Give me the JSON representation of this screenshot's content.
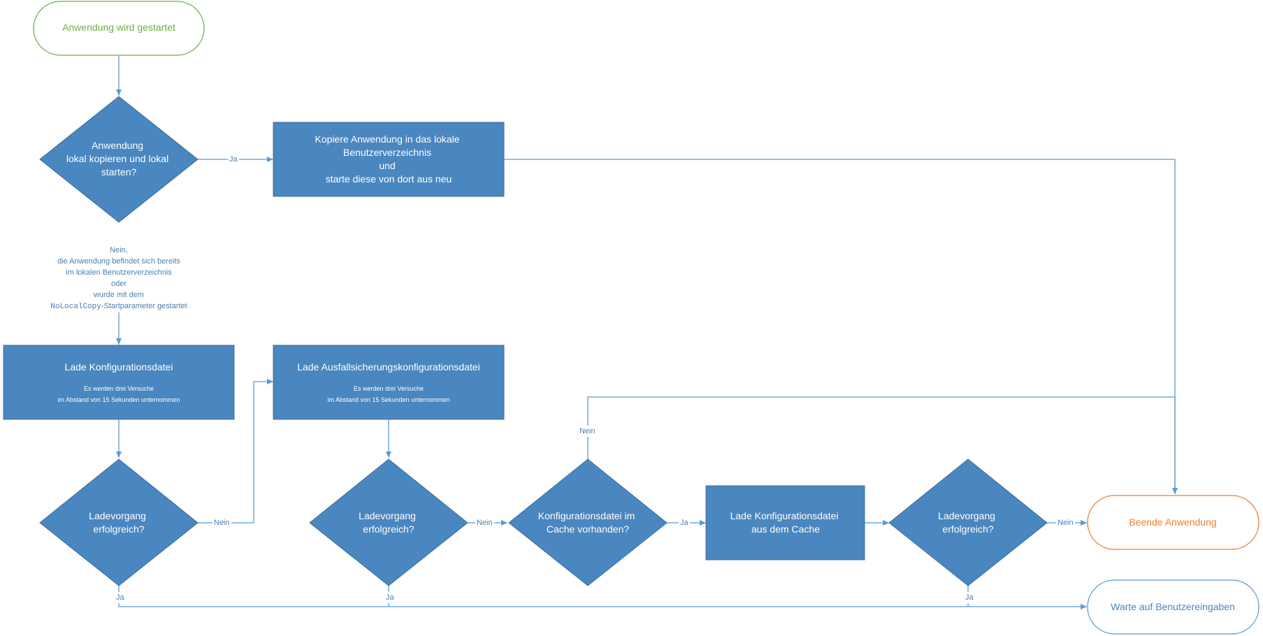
{
  "colors": {
    "process_fill": "#4a86bf",
    "edge": "#5b9bd5",
    "start_stroke": "#70ad47",
    "start_text": "#70ad47",
    "end_stroke": "#ed7d31",
    "end_text": "#ed7d31",
    "wait_stroke": "#5b9bd5",
    "wait_text": "#4a86bf",
    "label_text": "#4a7fb5"
  },
  "nodes": {
    "start": {
      "text": "Anwendung wird gestartet"
    },
    "decision_local_copy": {
      "lines": [
        "Anwendung",
        "lokal kopieren und lokal",
        "starten?"
      ]
    },
    "copy_app": {
      "lines": [
        "Kopiere Anwendung in das lokale",
        "Benutzerverzeichnis",
        "und",
        "starte diese von dort aus neu"
      ]
    },
    "load_config": {
      "title": "Lade Konfigurationsdatei",
      "sub1": "Es werden drei Versuche",
      "sub2": "im Abstand von 15 Sekunden unternommen"
    },
    "load_fallback": {
      "title": "Lade Ausfallsicherungskonfigurationsdatei",
      "sub1": "Es werden drei Versuche",
      "sub2": "im Abstand von 15 Sekunden unternommen"
    },
    "decision_load1": {
      "lines": [
        "Ladevorgang",
        "erfolgreich?"
      ]
    },
    "decision_load2": {
      "lines": [
        "Ladevorgang",
        "erfolgreich?"
      ]
    },
    "decision_cache": {
      "lines": [
        "Konfigurationsdatei im",
        "Cache vorhanden?"
      ]
    },
    "load_cache": {
      "lines": [
        "Lade Konfigurationsdatei",
        "aus dem Cache"
      ]
    },
    "decision_load3": {
      "lines": [
        "Ladevorgang",
        "erfolgreich?"
      ]
    },
    "end_app": {
      "text": "Beende Anwendung"
    },
    "wait_input": {
      "text": "Warte auf Benutzereingaben"
    }
  },
  "edge_labels": {
    "ja_copy": "Ja",
    "nein_local": {
      "lines": [
        "Nein,",
        "die Anwendung befindet sich bereits",
        "im lokalen Benutzerverzeichnis",
        "oder",
        "wurde mit dem"
      ],
      "code": "NoLocalCopy",
      "suffix": "-Startparameter gestartet"
    },
    "nein_load1": "Nein",
    "nein_load2": "Nein",
    "nein_cache": "Nein",
    "ja_cache": "Ja",
    "nein_load3": "Nein",
    "ja_load1": "Ja",
    "ja_load2": "Ja",
    "ja_load3": "Ja"
  }
}
